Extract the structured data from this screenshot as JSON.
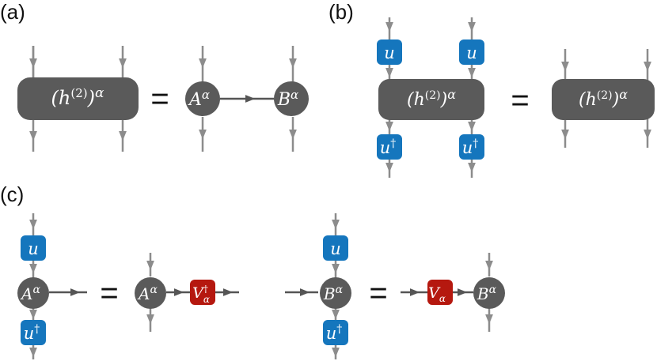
{
  "labels": {
    "a": "(a)",
    "b": "(b)",
    "c": "(c)"
  },
  "equals": "=",
  "tensors": {
    "h_base": "(h",
    "h_sup": "(2)",
    "h_close": ")",
    "h_alpha": "α",
    "A": "A",
    "B": "B",
    "alpha": "α",
    "u": "u",
    "u_dag_base": "u",
    "dagger": "†",
    "V": "V",
    "V_sub": "α"
  },
  "colors": {
    "tensor": "#5a5a5a",
    "unitary": "#1576bd",
    "isometry": "#b5180f",
    "leg": "#8c8c8c",
    "bond": "#555555"
  }
}
